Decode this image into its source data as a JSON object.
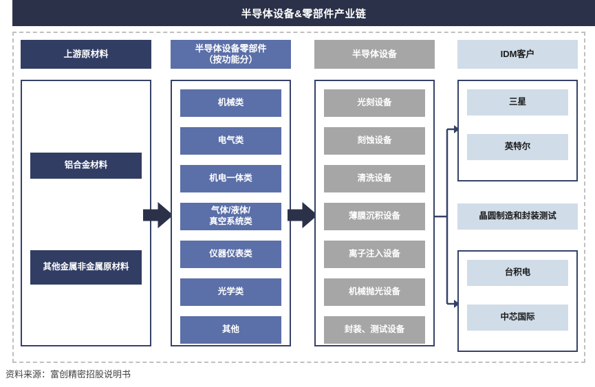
{
  "title": "半导体设备&零部件产业链",
  "source_note": "资料来源：富创精密招股说明书",
  "colors": {
    "title_bar": "#2B3148",
    "upstream": "#313D63",
    "components": "#5B6FA8",
    "equipment": "#A6A6A6",
    "customers": "#D0DCE8",
    "border": "#344166",
    "dashed_frame": "#BFBFBF"
  },
  "columns": [
    {
      "id": "upstream-materials",
      "header": "上游原材料",
      "items": [
        "铝合金材料",
        "其他金属非金属\n原材料"
      ],
      "items_flat": [
        "铝合金材料",
        "其他金属非金属原材料"
      ]
    },
    {
      "id": "equipment-components",
      "header": "半导体设备零部件\n（按功能分）",
      "header_line1": "半导体设备零部件",
      "header_line2": "（按功能分）",
      "items": [
        "机械类",
        "电气类",
        "机电一体类",
        "气体/液体/真空系统类",
        "仪器仪表类",
        "光学类",
        "其他"
      ]
    },
    {
      "id": "semiconductor-equipment",
      "header": "半导体设备",
      "items": [
        "光刻设备",
        "刻蚀设备",
        "清洗设备",
        "薄膜沉积设备",
        "离子注入设备",
        "机械抛光设备",
        "封装、测试设备"
      ]
    },
    {
      "id": "idm-customers",
      "header": "IDM客户",
      "groups": [
        {
          "id": "idm-group",
          "boxed": true,
          "items": [
            "三星",
            "英特尔"
          ]
        },
        {
          "id": "foundry-label",
          "boxed": false,
          "items": [
            "晶圆制造和封装测试"
          ]
        },
        {
          "id": "foundry-group",
          "boxed": true,
          "items": [
            "台积电",
            "中芯国际"
          ]
        }
      ]
    }
  ],
  "connectors": [
    {
      "id": "arrow-upstream-to-components",
      "type": "block-arrow",
      "direction": "right"
    },
    {
      "id": "arrow-components-to-equipment",
      "type": "block-arrow",
      "direction": "right"
    },
    {
      "id": "fork-equipment-to-customers",
      "type": "fork",
      "branches": 2
    }
  ]
}
